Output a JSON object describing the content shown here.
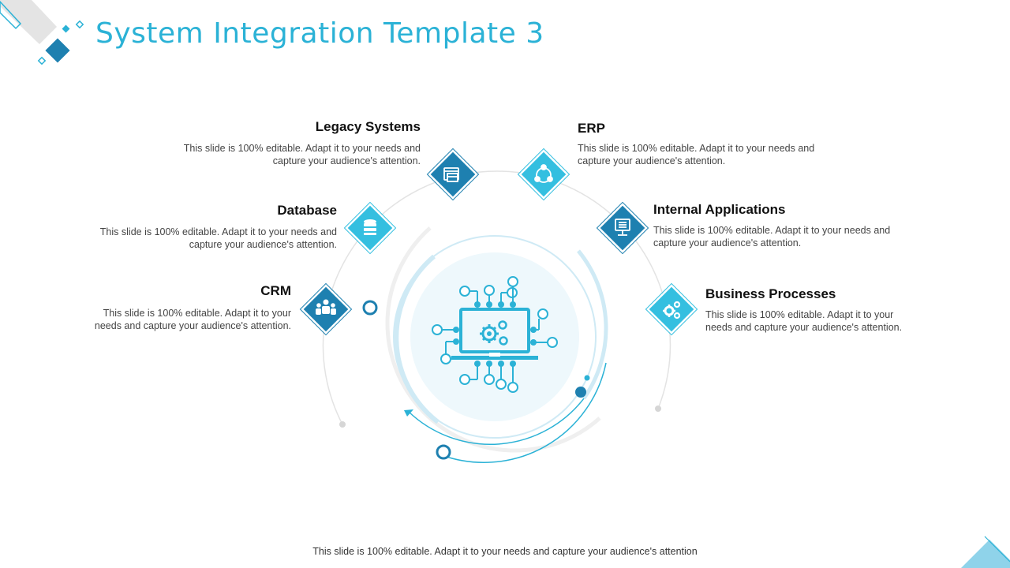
{
  "slide": {
    "title": "System Integration Template 3",
    "footer": "This slide is 100% editable. Adapt it to your needs and capture your audience's attention"
  },
  "items": [
    {
      "icon": "browser-window-icon",
      "heading": "Legacy Systems",
      "text": "This slide is 100% editable. Adapt it to your needs and capture your audience's attention."
    },
    {
      "icon": "network-cycle-icon",
      "heading": "ERP",
      "text": "This slide is 100% editable. Adapt it to your needs and capture your audience's attention."
    },
    {
      "icon": "database-icon",
      "heading": "Database",
      "text": "This slide is 100% editable. Adapt it to your needs and capture your audience's attention."
    },
    {
      "icon": "monitor-icon",
      "heading": "Internal Applications",
      "text": "This slide is 100% editable. Adapt it to your needs and capture your audience's attention."
    },
    {
      "icon": "people-group-icon",
      "heading": "CRM",
      "text": "This slide is 100% editable. Adapt it to your needs and capture your audience's attention."
    },
    {
      "icon": "gears-icon",
      "heading": "Business Processes",
      "text": "This slide is 100% editable. Adapt it to your needs and capture your audience's attention."
    }
  ],
  "center": {
    "icon": "laptop-circuit-gears-icon"
  },
  "colors": {
    "accent": "#2bb2d6",
    "dark_blue": "#1e80b0",
    "light_cyan": "#34bfe0",
    "center_glow": "#eef8fc"
  }
}
